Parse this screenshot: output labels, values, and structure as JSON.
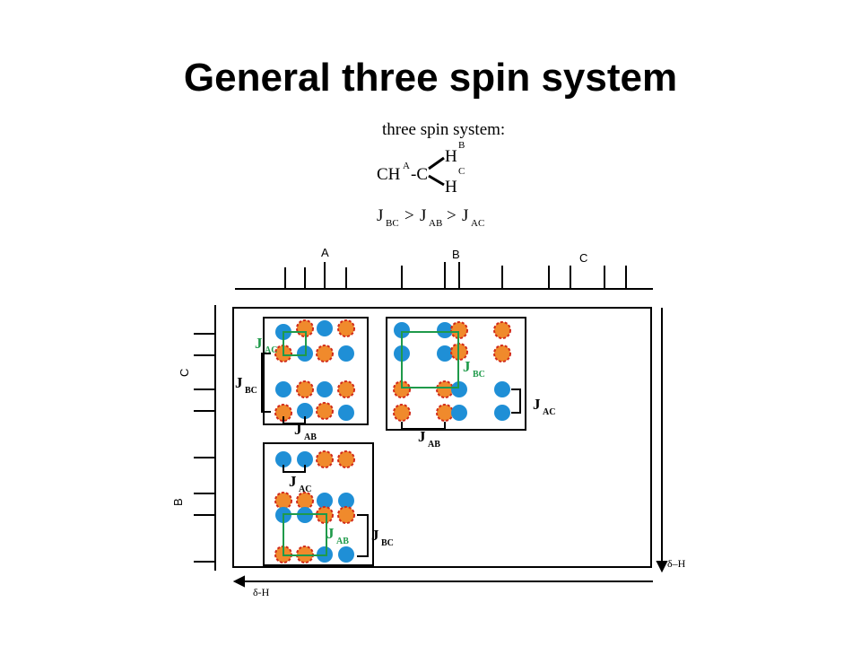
{
  "title": "General three spin system",
  "molecule": {
    "caption": "three spin system:",
    "ch": "CH",
    "sup_a": "A",
    "c": "-C",
    "h_top": "H",
    "sup_b": "B",
    "h_bottom": "H",
    "sup_c": "C"
  },
  "relation": {
    "j1": "J",
    "s1": "BC",
    "gt1": ">",
    "j2": "J",
    "s2": "AB",
    "gt2": ">",
    "j3": "J",
    "s3": "AC"
  },
  "axes": {
    "top_labels": [
      "A",
      "B",
      "C"
    ],
    "left_labels": [
      "C",
      "B"
    ],
    "vertical_axis_label": "δ–H",
    "horizontal_axis_label": "δ-H"
  },
  "coupling_labels": {
    "j": "J",
    "ac": "AC",
    "bc": "BC",
    "ab": "AB"
  },
  "colors": {
    "blue_dot": "#1f8fd6",
    "orange_dot": "#f08a2c",
    "orange_border": "#d12a1a",
    "green": "#1f9a4a",
    "black": "#000000"
  }
}
